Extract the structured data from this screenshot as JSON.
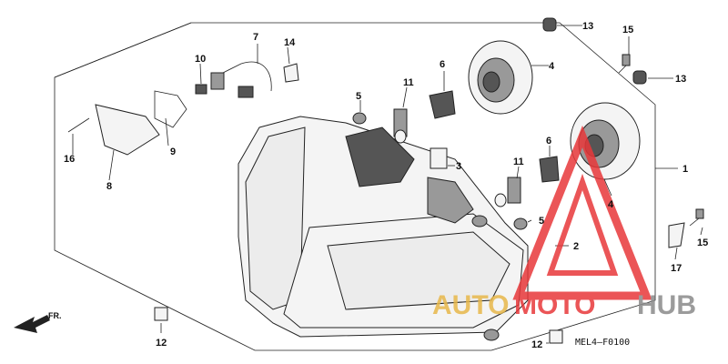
{
  "diagram": {
    "callouts": [
      {
        "id": "c1",
        "label": "1"
      },
      {
        "id": "c2",
        "label": "2"
      },
      {
        "id": "c3",
        "label": "3"
      },
      {
        "id": "c4a",
        "label": "4"
      },
      {
        "id": "c4b",
        "label": "4"
      },
      {
        "id": "c5a",
        "label": "5"
      },
      {
        "id": "c5b",
        "label": "5"
      },
      {
        "id": "c6a",
        "label": "6"
      },
      {
        "id": "c6b",
        "label": "6"
      },
      {
        "id": "c7",
        "label": "7"
      },
      {
        "id": "c8",
        "label": "8"
      },
      {
        "id": "c9",
        "label": "9"
      },
      {
        "id": "c10",
        "label": "10"
      },
      {
        "id": "c11a",
        "label": "11"
      },
      {
        "id": "c11b",
        "label": "11"
      },
      {
        "id": "c12a",
        "label": "12"
      },
      {
        "id": "c12b",
        "label": "12"
      },
      {
        "id": "c13a",
        "label": "13"
      },
      {
        "id": "c13b",
        "label": "13"
      },
      {
        "id": "c14",
        "label": "14"
      },
      {
        "id": "c15a",
        "label": "15"
      },
      {
        "id": "c15b",
        "label": "15"
      },
      {
        "id": "c16",
        "label": "16"
      },
      {
        "id": "c17",
        "label": "17"
      }
    ],
    "front_indicator": "FR.",
    "diagram_code": "MEL4—F0100"
  },
  "watermark": {
    "text_part1": "AUTO",
    "text_part2": "MOTO",
    "text_part3": "HUB",
    "color_gold": "#e8b84a",
    "color_red": "#e8383a",
    "color_gray": "#8a8a8a"
  }
}
